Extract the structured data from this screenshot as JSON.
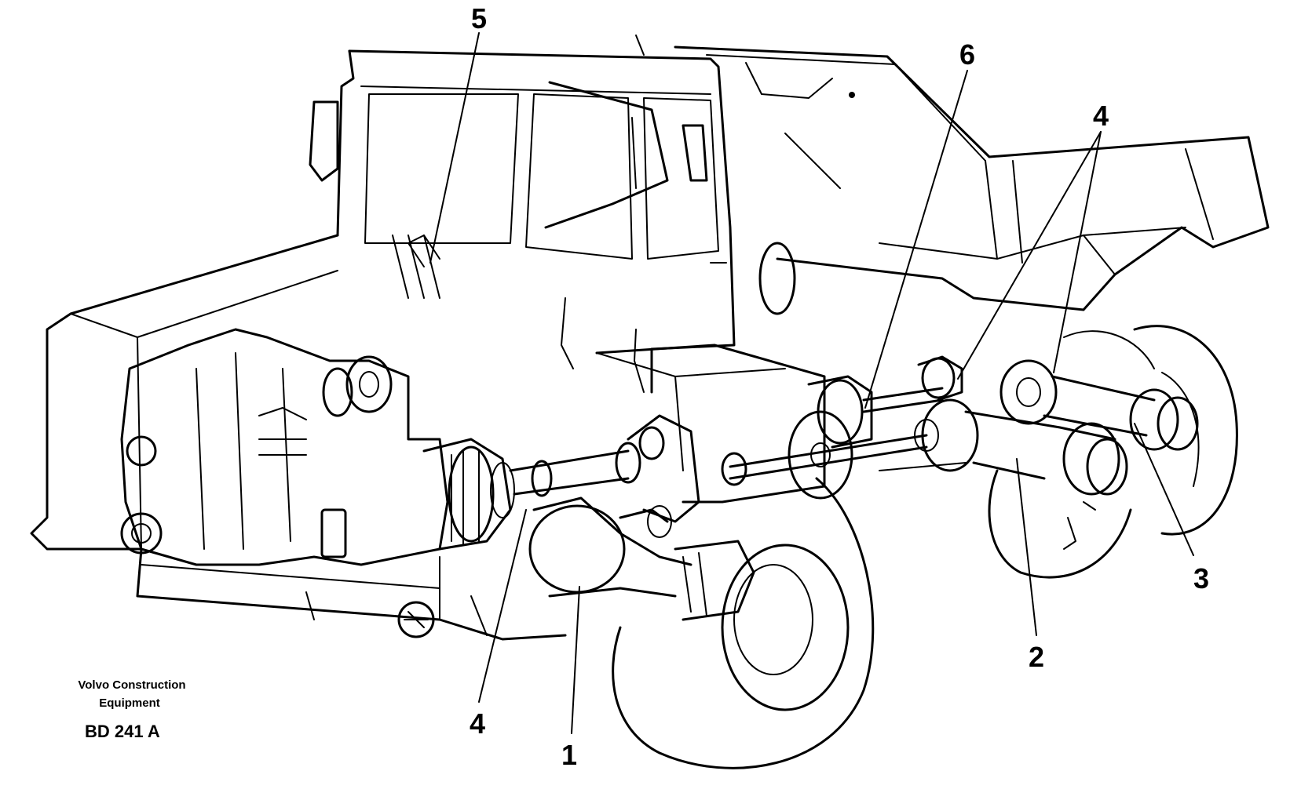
{
  "callouts": [
    "5",
    "6",
    "4",
    "4",
    "3",
    "2",
    "1",
    "4"
  ],
  "credit": {
    "line1": "Volvo Construction",
    "line2": "Equipment"
  },
  "figure_code": "BD 241 A"
}
